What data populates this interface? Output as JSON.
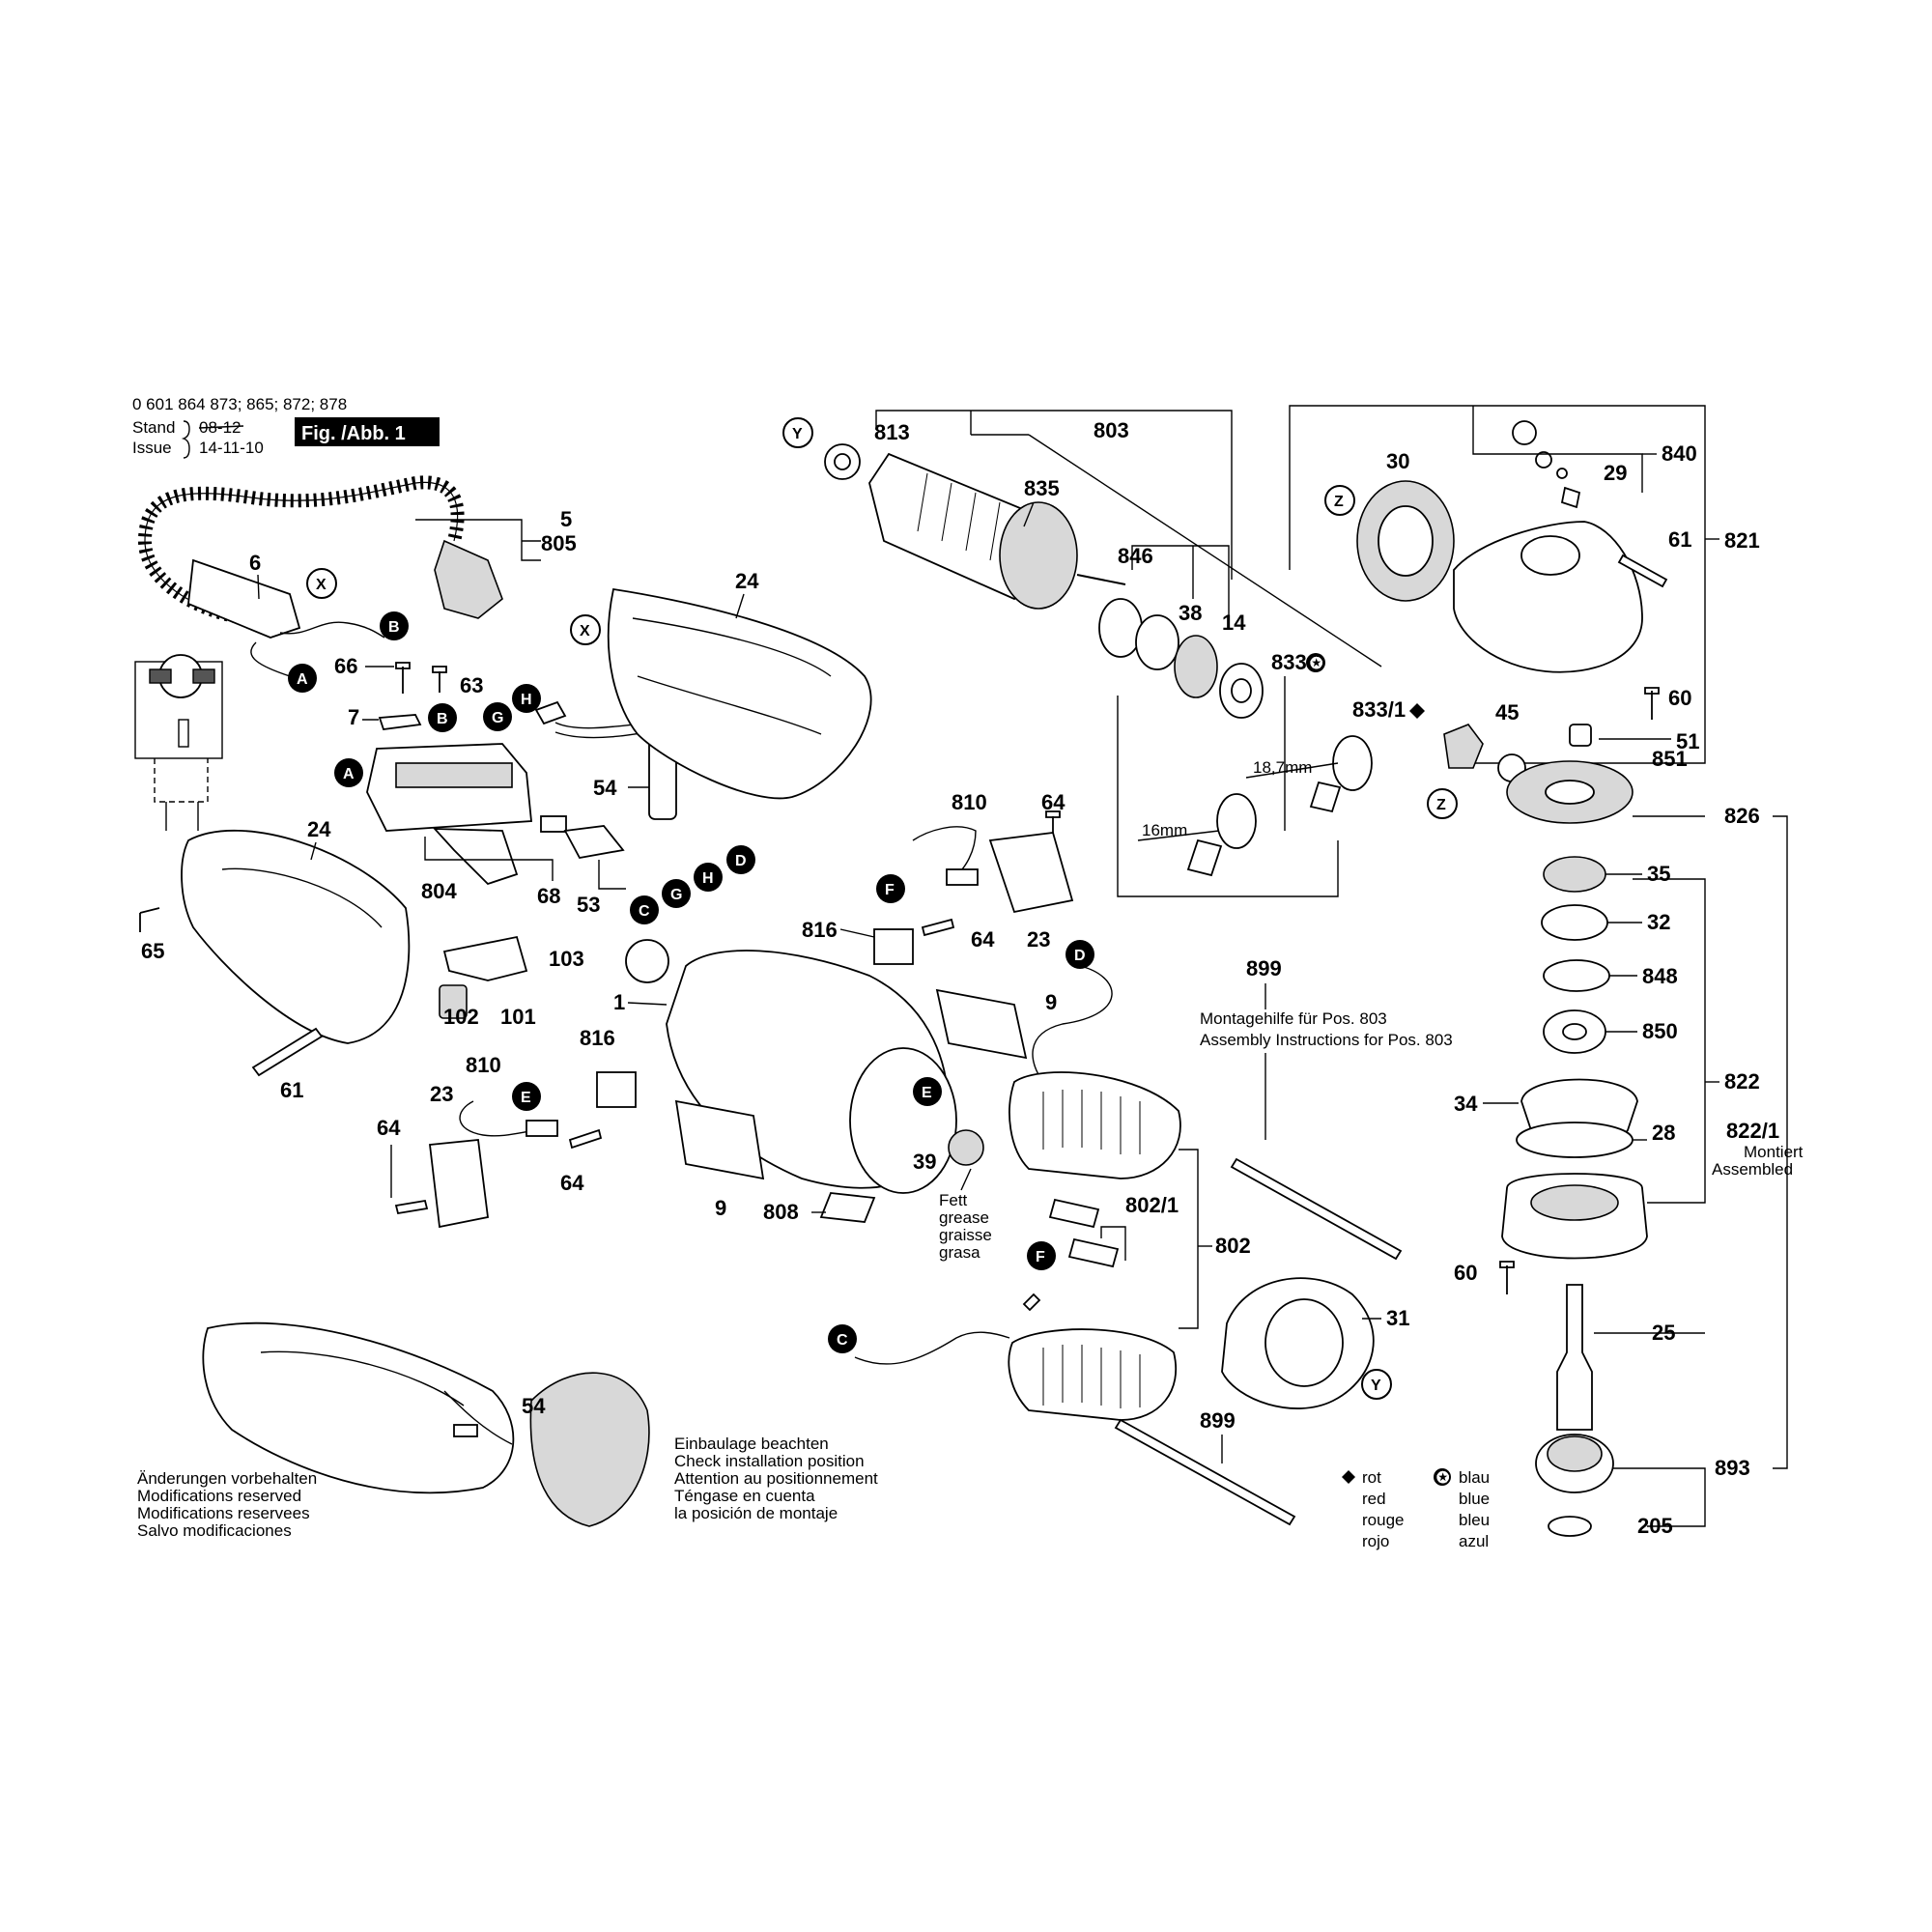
{
  "header": {
    "model_numbers": "0 601 864 873; 865; 872; 878",
    "stand_label": "Stand",
    "stand_value": "08-12",
    "issue_label": "Issue",
    "issue_value": "14-11-10",
    "figure_label": "Fig. /Abb. 1"
  },
  "parts": {
    "p5": "5",
    "p805": "805",
    "p6": "6",
    "p24a": "24",
    "p24b": "24",
    "p66": "66",
    "p63": "63",
    "p7": "7",
    "p54a": "54",
    "p54b": "54",
    "p804": "804",
    "p68": "68",
    "p53": "53",
    "p65": "65",
    "p102": "102",
    "p101": "101",
    "p61a": "61",
    "p61b": "61",
    "p813": "813",
    "p835": "835",
    "p803": "803",
    "p846": "846",
    "p38": "38",
    "p14": "14",
    "p833": "833",
    "p8331": "833/1",
    "p30": "30",
    "p840": "840",
    "p29": "29",
    "p821": "821",
    "p45": "45",
    "p60a": "60",
    "p60b": "60",
    "p51": "51",
    "p851": "851",
    "p826": "826",
    "p35": "35",
    "p32": "32",
    "p848": "848",
    "p850": "850",
    "p822": "822",
    "p8221": "822/1",
    "p34": "34",
    "p28": "28",
    "p25": "25",
    "p893": "893",
    "p205": "205",
    "p810a": "810",
    "p810b": "810",
    "p64a": "64",
    "p64b": "64",
    "p64c": "64",
    "p64d": "64",
    "p816a": "816",
    "p816b": "816",
    "p23a": "23",
    "p23b": "23",
    "p103": "103",
    "p1": "1",
    "p9a": "9",
    "p9b": "9",
    "p899a": "899",
    "p899b": "899",
    "p39": "39",
    "p808": "808",
    "p8021": "802/1",
    "p802": "802",
    "p31": "31"
  },
  "dims": {
    "d187": "18,7mm",
    "d16": "16mm"
  },
  "badges": {
    "X": "X",
    "A": "A",
    "B": "B",
    "C": "C",
    "D": "D",
    "E": "E",
    "F": "F",
    "G": "G",
    "H": "H",
    "Y": "Y",
    "Z": "Z"
  },
  "notes": {
    "montagehilfe_1": "Montagehilfe für Pos. 803",
    "montagehilfe_2": "Assembly Instructions for Pos. 803",
    "montiert": "Montiert",
    "assembled": "Assembled",
    "grease": [
      "Fett",
      "grease",
      "graisse",
      "grasa"
    ],
    "changes": [
      "Änderungen vorbehalten",
      "Modifications reserved",
      "Modifications reservees",
      "Salvo modificaciones"
    ],
    "install": [
      "Einbaulage beachten",
      "Check installation position",
      "Attention au positionnement",
      "Téngase en cuenta",
      "la posición de montaje"
    ]
  },
  "legend": {
    "diamond": [
      "rot",
      "red",
      "rouge",
      "rojo"
    ],
    "star": [
      "blau",
      "blue",
      "bleu",
      "azul"
    ]
  }
}
